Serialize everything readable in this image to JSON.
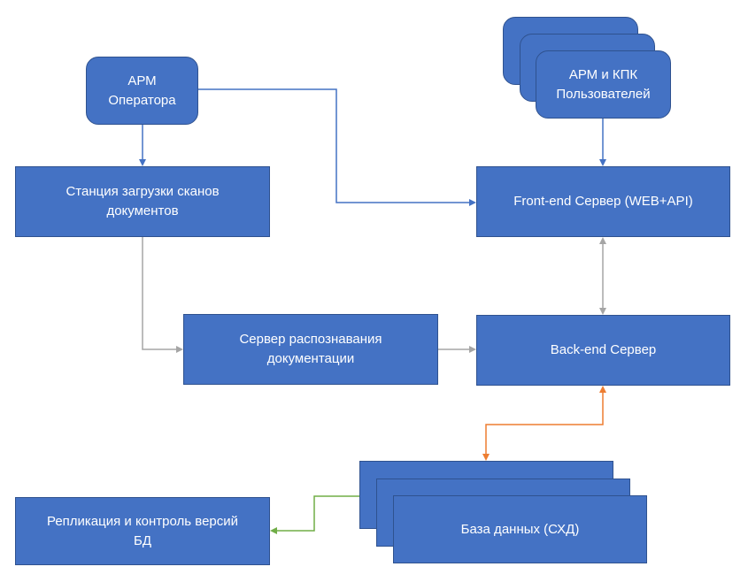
{
  "nodes": {
    "arm_operator": "АРМ\nОператора",
    "arm_users": "АРМ и КПК\nПользователей",
    "scan_station": "Станция загрузки сканов\nдокументов",
    "frontend": "Front-end Сервер (WEB+API)",
    "recognition": "Сервер распознавания\nдокументации",
    "backend": "Back-end Сервер",
    "replication": "Репликация и контроль версий\nБД",
    "database": "База данных (СХД)"
  },
  "colors": {
    "box_fill": "#4472C4",
    "box_border": "#2F528F",
    "blue_arrow": "#4472C4",
    "gray_arrow": "#A5A5A5",
    "orange_arrow": "#ED7D31",
    "green_arrow": "#70AD47"
  }
}
